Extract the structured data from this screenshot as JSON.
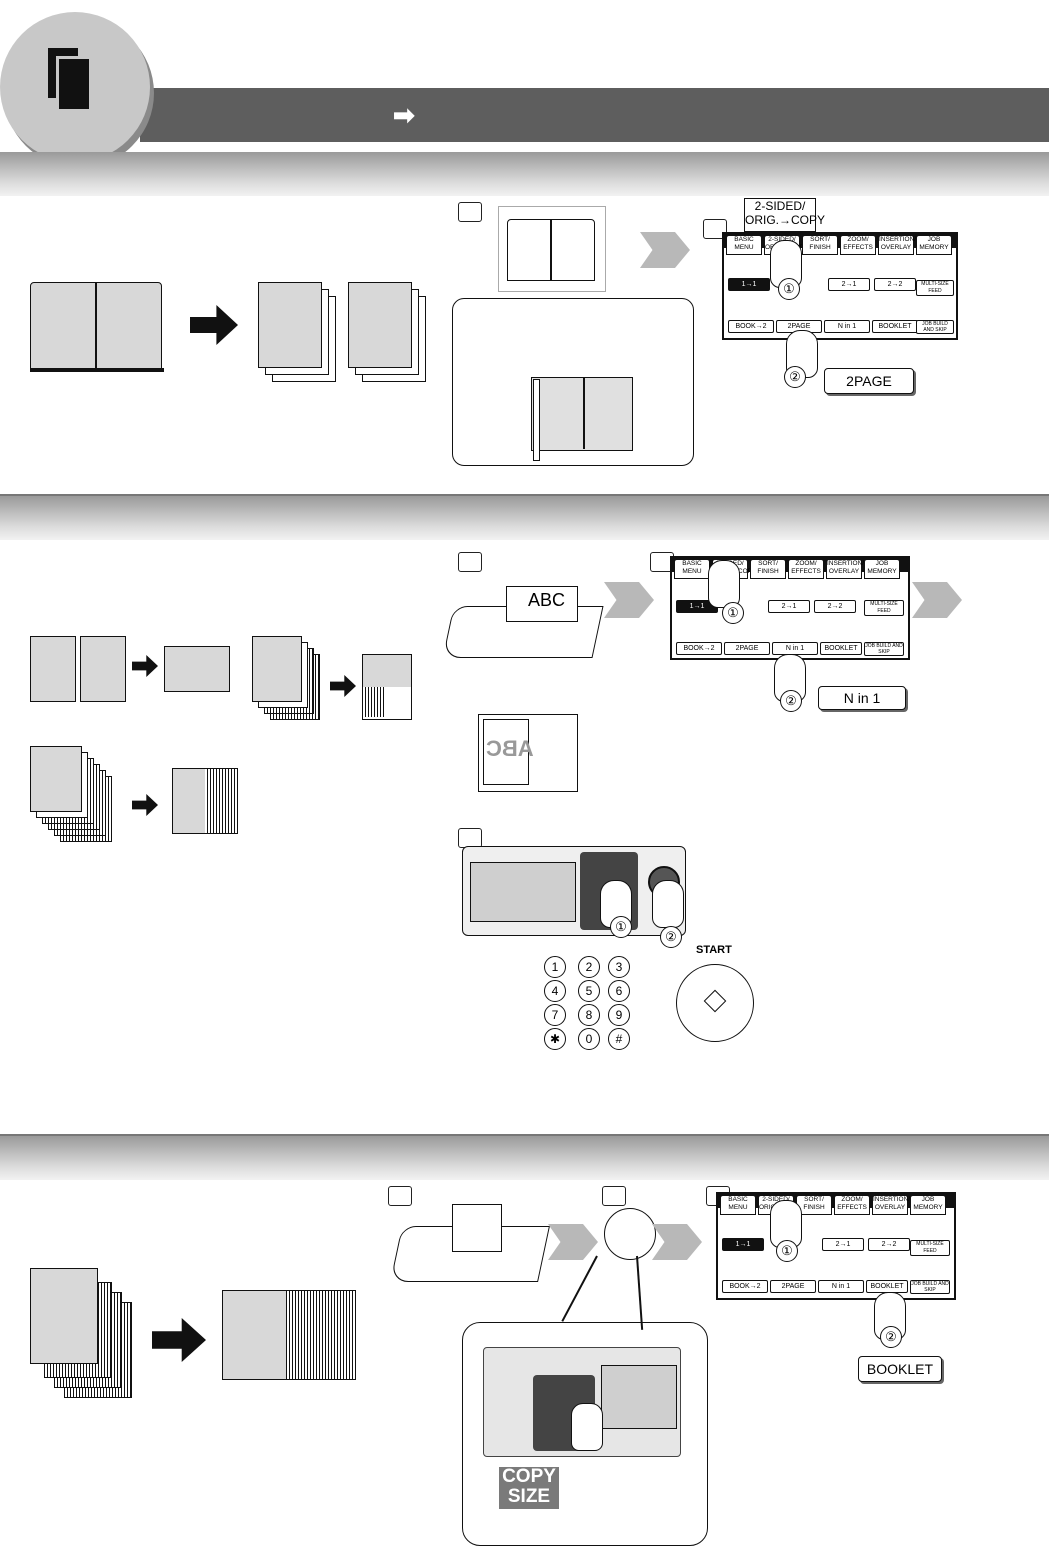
{
  "header": {
    "arrow_glyph": "➡",
    "icon": "document-copy-icon"
  },
  "sections": [
    {
      "name": "book-to-2page"
    },
    {
      "name": "n-in-1"
    },
    {
      "name": "booklet"
    }
  ],
  "panel": {
    "title_callout_line1": "2-SIDED/",
    "title_callout_line2": "ORIG.→COPY",
    "tabs": [
      "BASIC MENU",
      "2-SIDED/ ORIG.→COPY",
      "SORT/ FINISH",
      "ZOOM/ EFFECTS",
      "INSERTION/ OVERLAY",
      "JOB MEMORY"
    ],
    "row1": [
      "1→1",
      "",
      "2→1",
      "2→2"
    ],
    "row2": [
      "BOOK→2",
      "2PAGE",
      "N in 1",
      "BOOKLET"
    ],
    "side_buttons": [
      "MULTI-SIZE FEED",
      "JOB BUILD AND SKIP"
    ]
  },
  "tags": {
    "two_page": "2PAGE",
    "n_in_1": "N in 1",
    "booklet": "BOOKLET"
  },
  "callouts": {
    "one": "①",
    "two": "②"
  },
  "original_text": "ABC",
  "start_label": "START",
  "keypad": [
    "1",
    "2",
    "3",
    "4",
    "5",
    "6",
    "7",
    "8",
    "9",
    "✱",
    "0",
    "#"
  ],
  "copy_size": {
    "line1": "COPY",
    "line2": "SIZE"
  }
}
